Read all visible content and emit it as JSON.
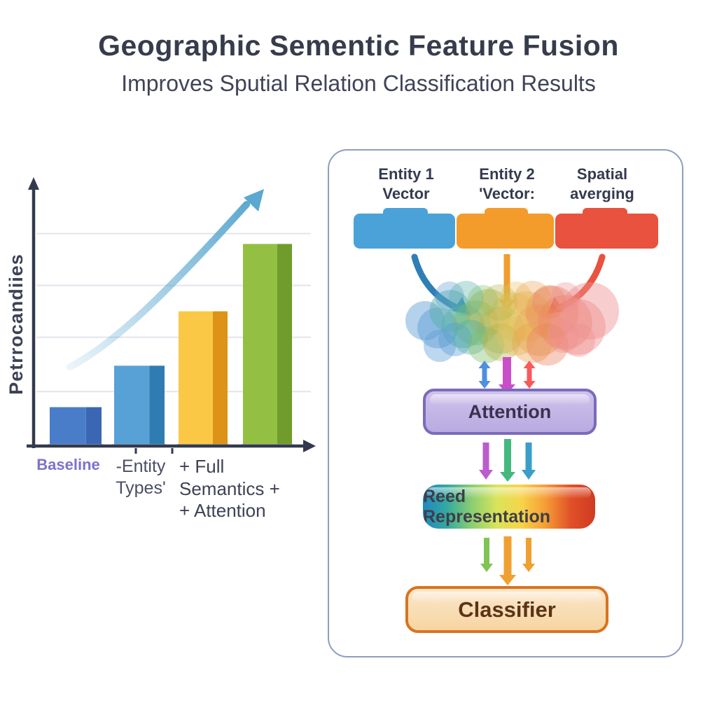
{
  "header": {
    "title": "Geographic Sementic Feature Fusion",
    "subtitle": "Improves Sputial Relation Classification Results"
  },
  "chart_data": {
    "type": "bar",
    "title": "",
    "xlabel": "",
    "ylabel": "Petrrocandiies",
    "categories": [
      "Baseline",
      "-Entity Types'",
      "+ Full Semantics + + Attention",
      ""
    ],
    "category_lines": [
      [
        "Baseline"
      ],
      [
        "-Entity",
        "Types'"
      ],
      [
        "+ Full",
        "Semantics +",
        "+ Attention"
      ],
      []
    ],
    "values": [
      15,
      31,
      52,
      78
    ],
    "ylim": [
      0,
      100
    ],
    "gridline_values": [
      21,
      42,
      62,
      82
    ],
    "grid": true,
    "legend": false,
    "annotations": [
      "upward curved trend arrow"
    ],
    "bar_colors": [
      {
        "front": "#4a7dc9",
        "side": "#3b66b4"
      },
      {
        "front": "#58a1d7",
        "side": "#2f7cb2"
      },
      {
        "front": "#fac844",
        "side": "#dd9317"
      },
      {
        "front": "#93bf42",
        "side": "#6f9c2b"
      }
    ],
    "label_colors": [
      "#7b72ce",
      "#4a4f63",
      "#3d4254",
      "#3d4254"
    ],
    "axis_color": "#333a4e",
    "gridline_color": "#e2e5ec",
    "base_strip_color": "#aab2bf",
    "trend_arrow_color": "#5ba8d0"
  },
  "flow": {
    "panel_border": "#8e9dc0",
    "inputs": [
      {
        "line1": "Entity 1",
        "line2": "Vector",
        "color": "#4ba2d9"
      },
      {
        "line1": "Entity 2",
        "line2": "'Vector:",
        "color": "#f39c2b"
      },
      {
        "line1": "Spatial",
        "line2": "averging",
        "color": "#e8523f"
      }
    ],
    "converge_arrow_colors": [
      "#2e7fb5",
      "#f09d2e",
      "#e8523f"
    ],
    "blob_colors": [
      "#5b9bd5",
      "#54b0a6",
      "#7fbf6a",
      "#b9b44e",
      "#e6c45e",
      "#eaa353",
      "#e8825e",
      "#ef9090"
    ],
    "blob_out_arrows": [
      {
        "shape": "double",
        "color": "#4f8fe0"
      },
      {
        "shape": "down",
        "color": "#c94fc9"
      },
      {
        "shape": "double",
        "color": "#f85a5a"
      }
    ],
    "attention": {
      "label": "Attention",
      "fill_top": "#cfc2ec",
      "fill_bottom": "#b9aae0",
      "border": "#7b6bba",
      "text_color": "#39324e"
    },
    "attention_out_colors": [
      "#bb5ccc",
      "#44b87e",
      "#3b9ec9"
    ],
    "reed": {
      "label": "Reed Representation",
      "gradient": [
        "#2187c1",
        "#35a9a0",
        "#8fcf70",
        "#d9e45a",
        "#f7d44a",
        "#f59e35",
        "#e05028",
        "#cf3b22"
      ],
      "text_color": "#3e3e46"
    },
    "reed_out_colors": [
      "#7fc454",
      "#f0a030",
      "#f0a030"
    ],
    "classifier": {
      "label": "Classifier",
      "fill_top": "#fae7cb",
      "fill_bottom": "#f7d5a2",
      "border": "#d9731f",
      "text_color": "#5d3317"
    }
  }
}
